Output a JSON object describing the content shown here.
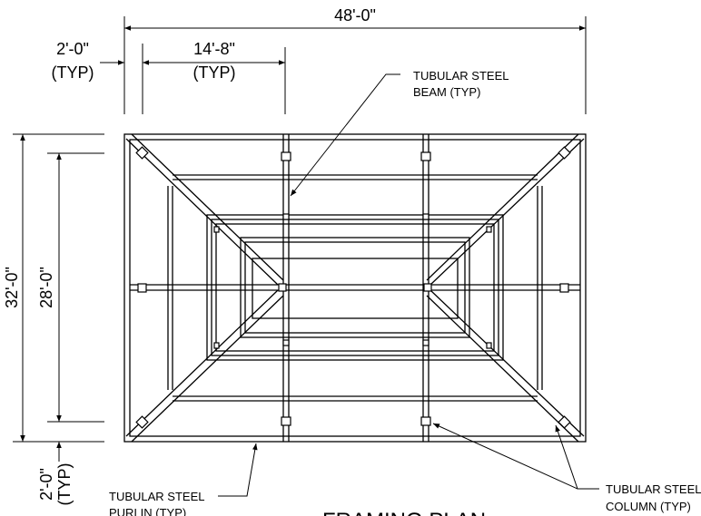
{
  "dimensions": {
    "overall_width": "48'-0\"",
    "overhang_left": "2'-0\"",
    "overhang_left_typ": "(TYP)",
    "bay_width": "14'-8\"",
    "bay_width_typ": "(TYP)",
    "overall_depth": "32'-0\"",
    "inner_depth": "28'-0\"",
    "overhang_bottom": "2'-0\"",
    "overhang_bottom_typ": "(TYP)"
  },
  "callouts": {
    "beam_line1": "TUBULAR STEEL",
    "beam_line2": "BEAM (TYP)",
    "purlin_line1": "TUBULAR STEEL",
    "purlin_line2": "PURLIN (TYP)",
    "column_line1": "TUBULAR STEEL",
    "column_line2": "COLUMN (TYP)"
  },
  "plan_title": "FRAMING PLAN"
}
